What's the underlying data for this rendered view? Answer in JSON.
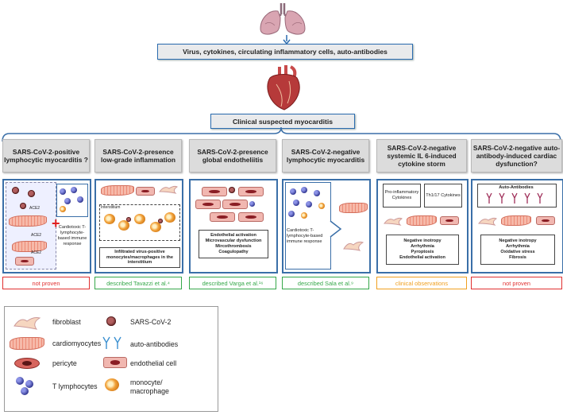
{
  "top_banner": "Virus, cytokines, circulating inflammatory cells, auto-antibodies",
  "middle_banner": "Clinical suspected myocarditis",
  "columns": [
    {
      "title": "SARS-CoV-2-positive lymphocytic myocarditis ?",
      "status": "not proven",
      "status_color": "#e03030"
    },
    {
      "title": "SARS-CoV-2-presence low-grade inflammation",
      "status": "described Tavazzi et al.⁴",
      "status_color": "#36a84a"
    },
    {
      "title": "SARS-CoV-2-presence global endotheliitis",
      "status": "described Varga et al.¹⁶",
      "status_color": "#36a84a"
    },
    {
      "title": "SARS-CoV-2-negative lymphocytic myocarditis",
      "status": "described Sala et al.⁹",
      "status_color": "#36a84a"
    },
    {
      "title": "SARS-CoV-2-negative systemic IL 6-induced cytokine storm",
      "status": "clinical observations",
      "status_color": "#f0a020"
    },
    {
      "title": "SARS-CoV-2-negative auto-antibody-induced cardiac dysfunction?",
      "status": "not proven",
      "status_color": "#e03030"
    }
  ],
  "panel1": {
    "ace2": "ACE2",
    "text": "Cardiotoxic T-lymphocyte-based immune response"
  },
  "panel2": {
    "interstitium": "Interstitium",
    "text": "Infiltrated virus-positive monocytes/macrophages in the interstitium"
  },
  "panel3": {
    "text_lines": [
      "Endothelial activation",
      "Microvascular dysfunction",
      "Mircothrombosis",
      "Coagulopathy"
    ]
  },
  "panel4": {
    "text": "Cardiotoxic T-lymphocyte-based immune response"
  },
  "panel5": {
    "box1": "Pro-inflammatory Cytokines",
    "box2": "Th1/17 Cytokines",
    "text_lines": [
      "Negative inotropy",
      "Arrhythmia",
      "Pyroptosis",
      "Endothelial activation"
    ]
  },
  "panel6": {
    "box1": "Auto-Antibodies",
    "text_lines": [
      "Negative inotropy",
      "Arrhythmia",
      "Oxidative stress",
      "Fibrosis"
    ]
  },
  "legend": {
    "fibroblast": "fibroblast",
    "sars": "SARS-CoV-2",
    "cardiomyocytes": "cardiomyocytes",
    "autoantibodies": "auto-antibodies",
    "pericyte": "pericyte",
    "endothelial": "endothelial cell",
    "tlymph": "T lymphocytes",
    "mono": "monocyte/ macrophage"
  },
  "colors": {
    "frame": "#3a6fa8",
    "banner_border": "#2b6cb0"
  }
}
